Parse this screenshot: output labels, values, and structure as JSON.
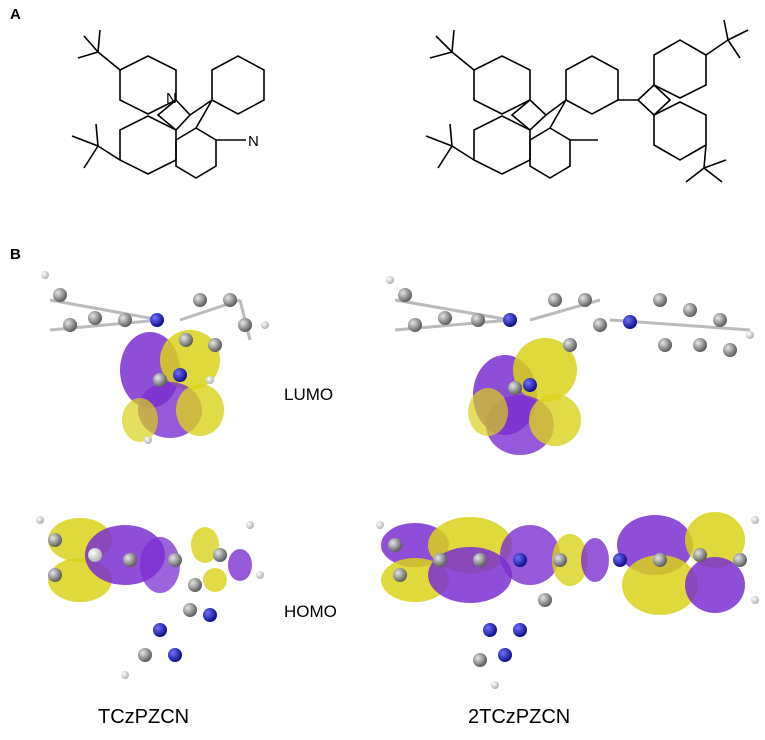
{
  "panels": {
    "a": "A",
    "b": "B"
  },
  "orbital_labels": {
    "lumo": "LUMO",
    "homo": "HOMO"
  },
  "structure_labels": {
    "n": "N",
    "cn": "N"
  },
  "molecules": {
    "left": "TCzPZCN",
    "right": "2TCzPZCN"
  },
  "colors": {
    "orbital_purple": "#7a2fd0",
    "orbital_yellow": "#d9d21a",
    "carbon": "#8c8c8c",
    "nitrogen": "#1c1cc8",
    "hydrogen": "#f2f2f2"
  }
}
